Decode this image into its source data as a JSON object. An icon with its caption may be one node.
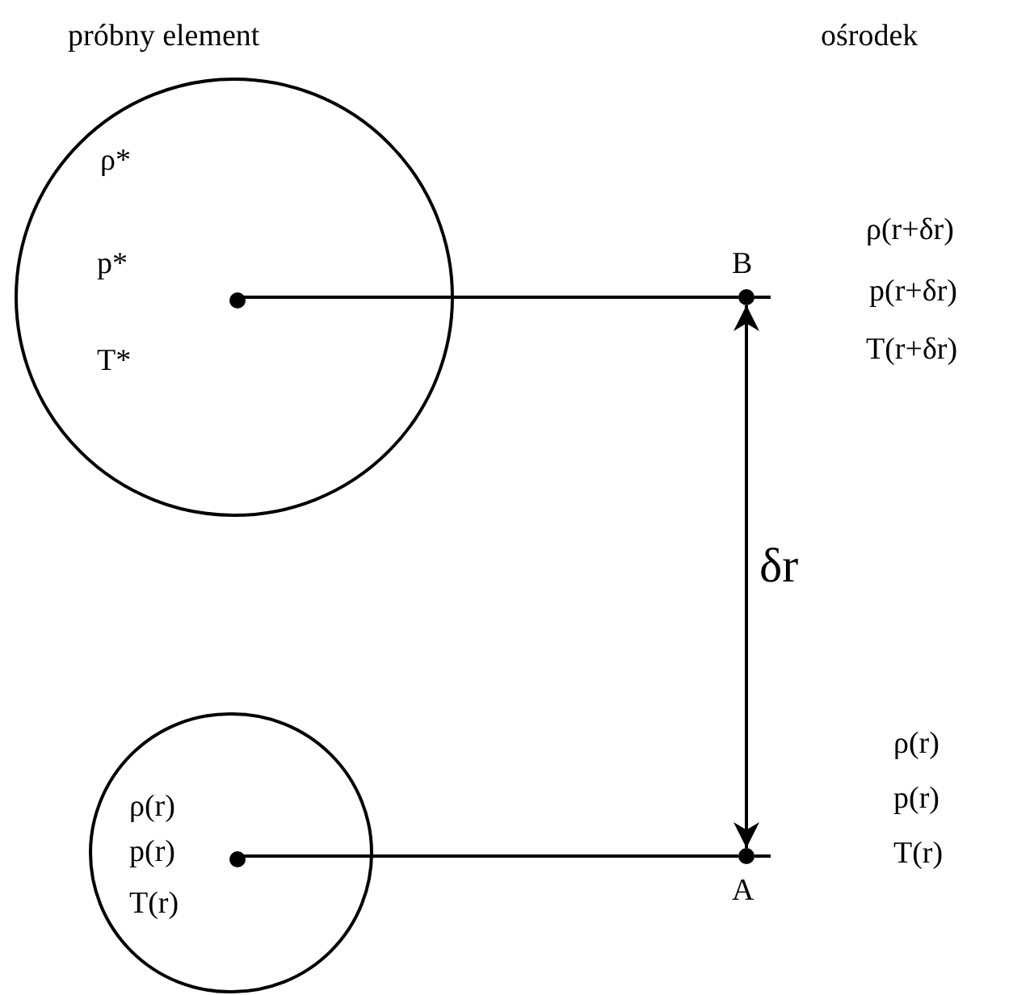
{
  "diagram": {
    "nodes": [
      {
        "text": [
          "ρ*",
          "p*",
          "T*"
        ]
      },
      {
        "text": [],
        "shape": "circle",
        "in": 0
      },
      {
        "text": [],
        "shape": "circle",
        "beside": [
          "B"
        ]
      },
      {
        "text": [
          "ρ(r)",
          "p(r)",
          "T(r)"
        ]
      },
      {
        "text": [],
        "shape": "circle",
        "in": 3
      },
      {
        "text": [],
        "shape": "circle",
        "beside": [
          "A"
        ]
      }
    ],
    "edges": [
      {
        "from": 1,
        "to": 2,
        "arrow": "none"
      },
      {
        "from": 4,
        "to": 5,
        "arrow": "none"
      },
      {
        "from": 2,
        "to": 5,
        "arrow": "both",
        "label": "δr"
      }
    ],
    "labels": [
      "próbny element",
      "ośrodek",
      "ρ(r+δr)",
      "p(r+δr)",
      "T(r+δr)",
      "ρ(r)",
      "p(r)",
      "T(r)"
    ]
  }
}
